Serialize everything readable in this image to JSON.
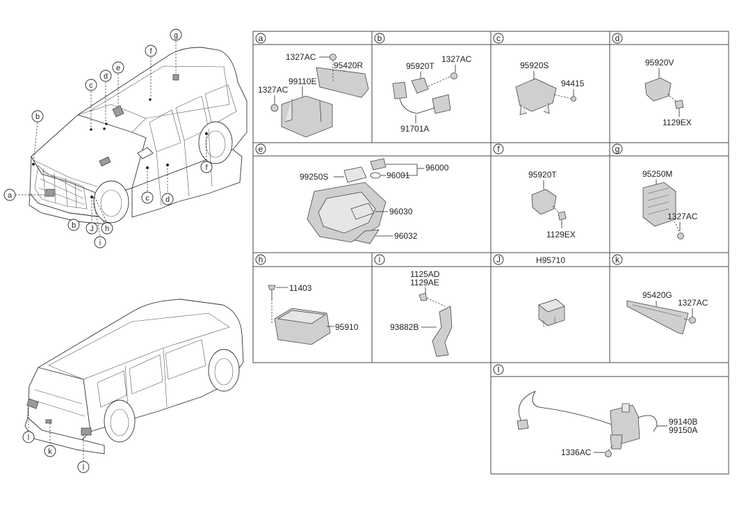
{
  "cells": {
    "a": {
      "label": "a",
      "parts": [
        "1327AC",
        "95420R",
        "1327AC",
        "99110E"
      ]
    },
    "b": {
      "label": "b",
      "parts": [
        "95920T",
        "1327AC",
        "91701A"
      ]
    },
    "c": {
      "label": "c",
      "parts": [
        "95920S",
        "94415"
      ]
    },
    "d": {
      "label": "d",
      "parts": [
        "95920V",
        "1129EX"
      ]
    },
    "e": {
      "label": "e",
      "parts": [
        "99250S",
        "96001",
        "96000",
        "96030",
        "96032"
      ]
    },
    "f": {
      "label": "f",
      "parts": [
        "95920T",
        "1129EX"
      ]
    },
    "g": {
      "label": "g",
      "parts": [
        "95250M",
        "1327AC"
      ]
    },
    "h": {
      "label": "h",
      "parts": [
        "11403",
        "95910"
      ]
    },
    "i": {
      "label": "i",
      "parts": [
        "1125AD",
        "1129AE",
        "93882B"
      ]
    },
    "J": {
      "label": "J",
      "title": "H95710"
    },
    "k": {
      "label": "k",
      "parts": [
        "95420G",
        "1327AC"
      ]
    },
    "l": {
      "label": "l",
      "parts": [
        "99140B",
        "99150A",
        "1336AC"
      ]
    }
  },
  "car_callouts": {
    "top": [
      "g",
      "f",
      "e",
      "d",
      "c",
      "b",
      "a",
      "f",
      "c",
      "d",
      "b",
      "J",
      "h",
      "i"
    ],
    "bottom": [
      "l",
      "k",
      "l"
    ]
  }
}
